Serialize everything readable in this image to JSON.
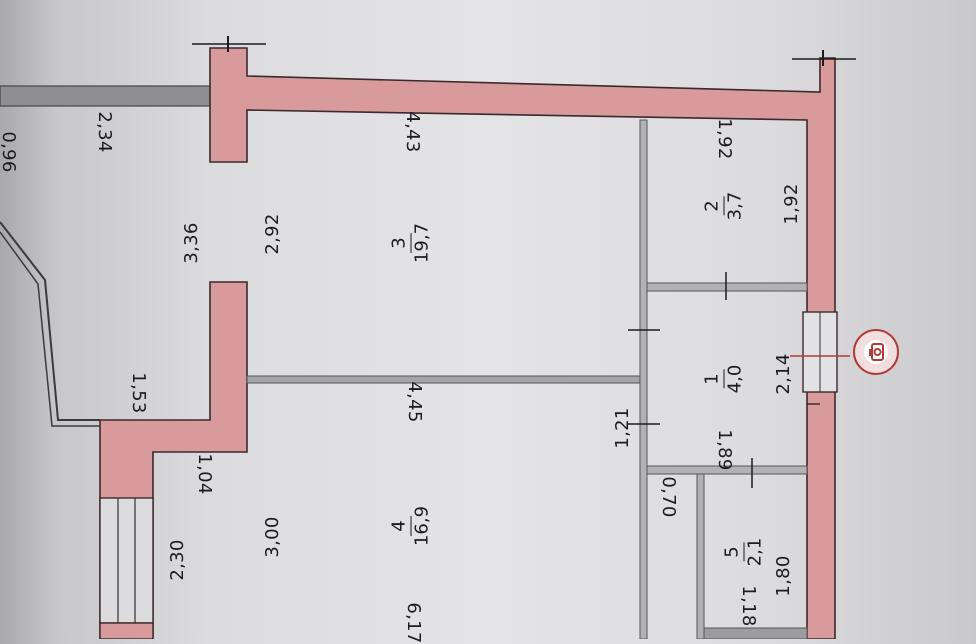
{
  "rooms": [
    {
      "number": "3",
      "area": "19,7"
    },
    {
      "number": "2",
      "area": "3,7"
    },
    {
      "number": "1",
      "area": "4,0"
    },
    {
      "number": "4",
      "area": "16,9"
    },
    {
      "number": "5",
      "area": "2,1"
    }
  ],
  "dimensions": {
    "d096": "0,96",
    "d234": "2,34",
    "d443": "4,43",
    "d192_top": "1,92",
    "d192_side": "1,92",
    "d336": "3,36",
    "d292": "2,92",
    "d153": "1,53",
    "d445": "4,45",
    "d121": "1,21",
    "d214": "2,14",
    "d189": "1,89",
    "d104": "1,04",
    "d070": "0,70",
    "d230": "2,30",
    "d300": "3,00",
    "d617": "6,17",
    "d180": "1,80",
    "d118": "1,18"
  },
  "colors": {
    "wall_fill": "#d99a9b",
    "wall_line": "#3a2a2c",
    "partition": "#8d8d90",
    "stamp": "#b23a3a"
  },
  "stamp_icon": "camera-icon"
}
